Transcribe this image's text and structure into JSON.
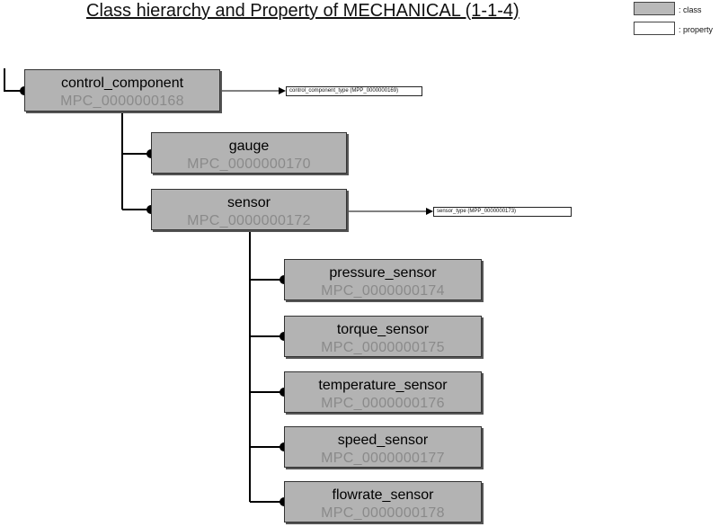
{
  "title": "Class hierarchy and Property of MECHANICAL (1-1-4)",
  "legend": {
    "class_label": ": class",
    "property_label": ": property"
  },
  "nodes": {
    "control_component": {
      "name": "control_component",
      "code": "MPC_0000000168"
    },
    "gauge": {
      "name": "gauge",
      "code": "MPC_0000000170"
    },
    "sensor": {
      "name": "sensor",
      "code": "MPC_0000000172"
    },
    "pressure_sensor": {
      "name": "pressure_sensor",
      "code": "MPC_0000000174"
    },
    "torque_sensor": {
      "name": "torque_sensor",
      "code": "MPC_0000000175"
    },
    "temperature_sensor": {
      "name": "temperature_sensor",
      "code": "MPC_0000000176"
    },
    "speed_sensor": {
      "name": "speed_sensor",
      "code": "MPC_0000000177"
    },
    "flowrate_sensor": {
      "name": "flowrate_sensor",
      "code": "MPC_0000000178"
    }
  },
  "properties": {
    "control_component_type": "control_component_type (MPP_0000000169)",
    "sensor_type": "sensor_type (MPP_0000000173)"
  },
  "colors": {
    "class_fill": "#b3b3b3",
    "property_fill": "#ffffff",
    "line": "#000000"
  }
}
